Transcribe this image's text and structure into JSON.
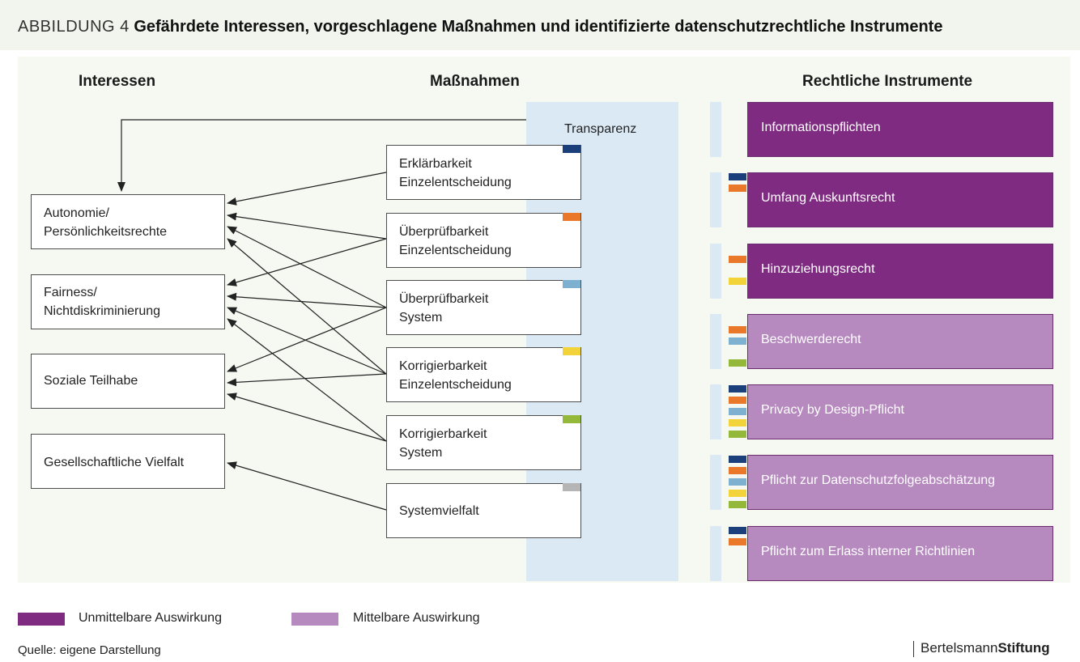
{
  "title": {
    "prefix": "ABBILDUNG 4",
    "main": "Gefährdete Interessen, vorgeschlagene Maßnahmen und identifizierte datenschutzrechtliche Instrumente"
  },
  "columns": {
    "interests": "Interessen",
    "measures": "Maßnahmen",
    "legal": "Rechtliche Instrumente"
  },
  "transparency_label": "Transparenz",
  "interests": [
    {
      "line1": "Autonomie/",
      "line2": "Persönlichkeitsrechte"
    },
    {
      "line1": "Fairness/",
      "line2": "Nichtdiskriminierung"
    },
    {
      "line1": "Soziale Teilhabe",
      "line2": ""
    },
    {
      "line1": "Gesellschaftliche Vielfalt",
      "line2": ""
    }
  ],
  "measures": [
    {
      "line1": "Erklärbarkeit",
      "line2": "Einzelentscheidung",
      "color": "#1b3f7a"
    },
    {
      "line1": "Überprüfbarkeit",
      "line2": "Einzelentscheidung",
      "color": "#e9782a"
    },
    {
      "line1": "Überprüfbarkeit",
      "line2": "System",
      "color": "#7db1cf"
    },
    {
      "line1": "Korrigierbarkeit",
      "line2": "Einzelentscheidung",
      "color": "#f2d33a"
    },
    {
      "line1": "Korrigierbarkeit",
      "line2": "System",
      "color": "#93b83a"
    },
    {
      "line1": "Systemvielfalt",
      "line2": "",
      "color": "#b5b5b5"
    }
  ],
  "legal_instruments": [
    {
      "label": "Informationspflichten",
      "type": "unmittelbar"
    },
    {
      "label": "Umfang Auskunftsrecht",
      "type": "unmittelbar"
    },
    {
      "label": "Hinzuziehungsrecht",
      "type": "unmittelbar"
    },
    {
      "label": "Beschwerderecht",
      "type": "mittelbar"
    },
    {
      "label": "Privacy by Design-Pflicht",
      "type": "mittelbar"
    },
    {
      "label": "Pflicht zur Datenschutzfolgeabschätzung",
      "type": "mittelbar"
    },
    {
      "label": "Pflicht zum Erlass interner Richtlinien",
      "type": "mittelbar"
    }
  ],
  "colors": {
    "unmittelbar": "#7f2b82",
    "mittelbar": "#b689bf",
    "transparency": "#dbe9f4"
  },
  "legend": {
    "unmittelbar": "Unmittelbare Auswirkung",
    "mittelbar": "Mittelbare Auswirkung"
  },
  "source": "Quelle: eigene Darstellung",
  "brand": {
    "regular": "Bertelsmann",
    "bold": "Stiftung"
  }
}
